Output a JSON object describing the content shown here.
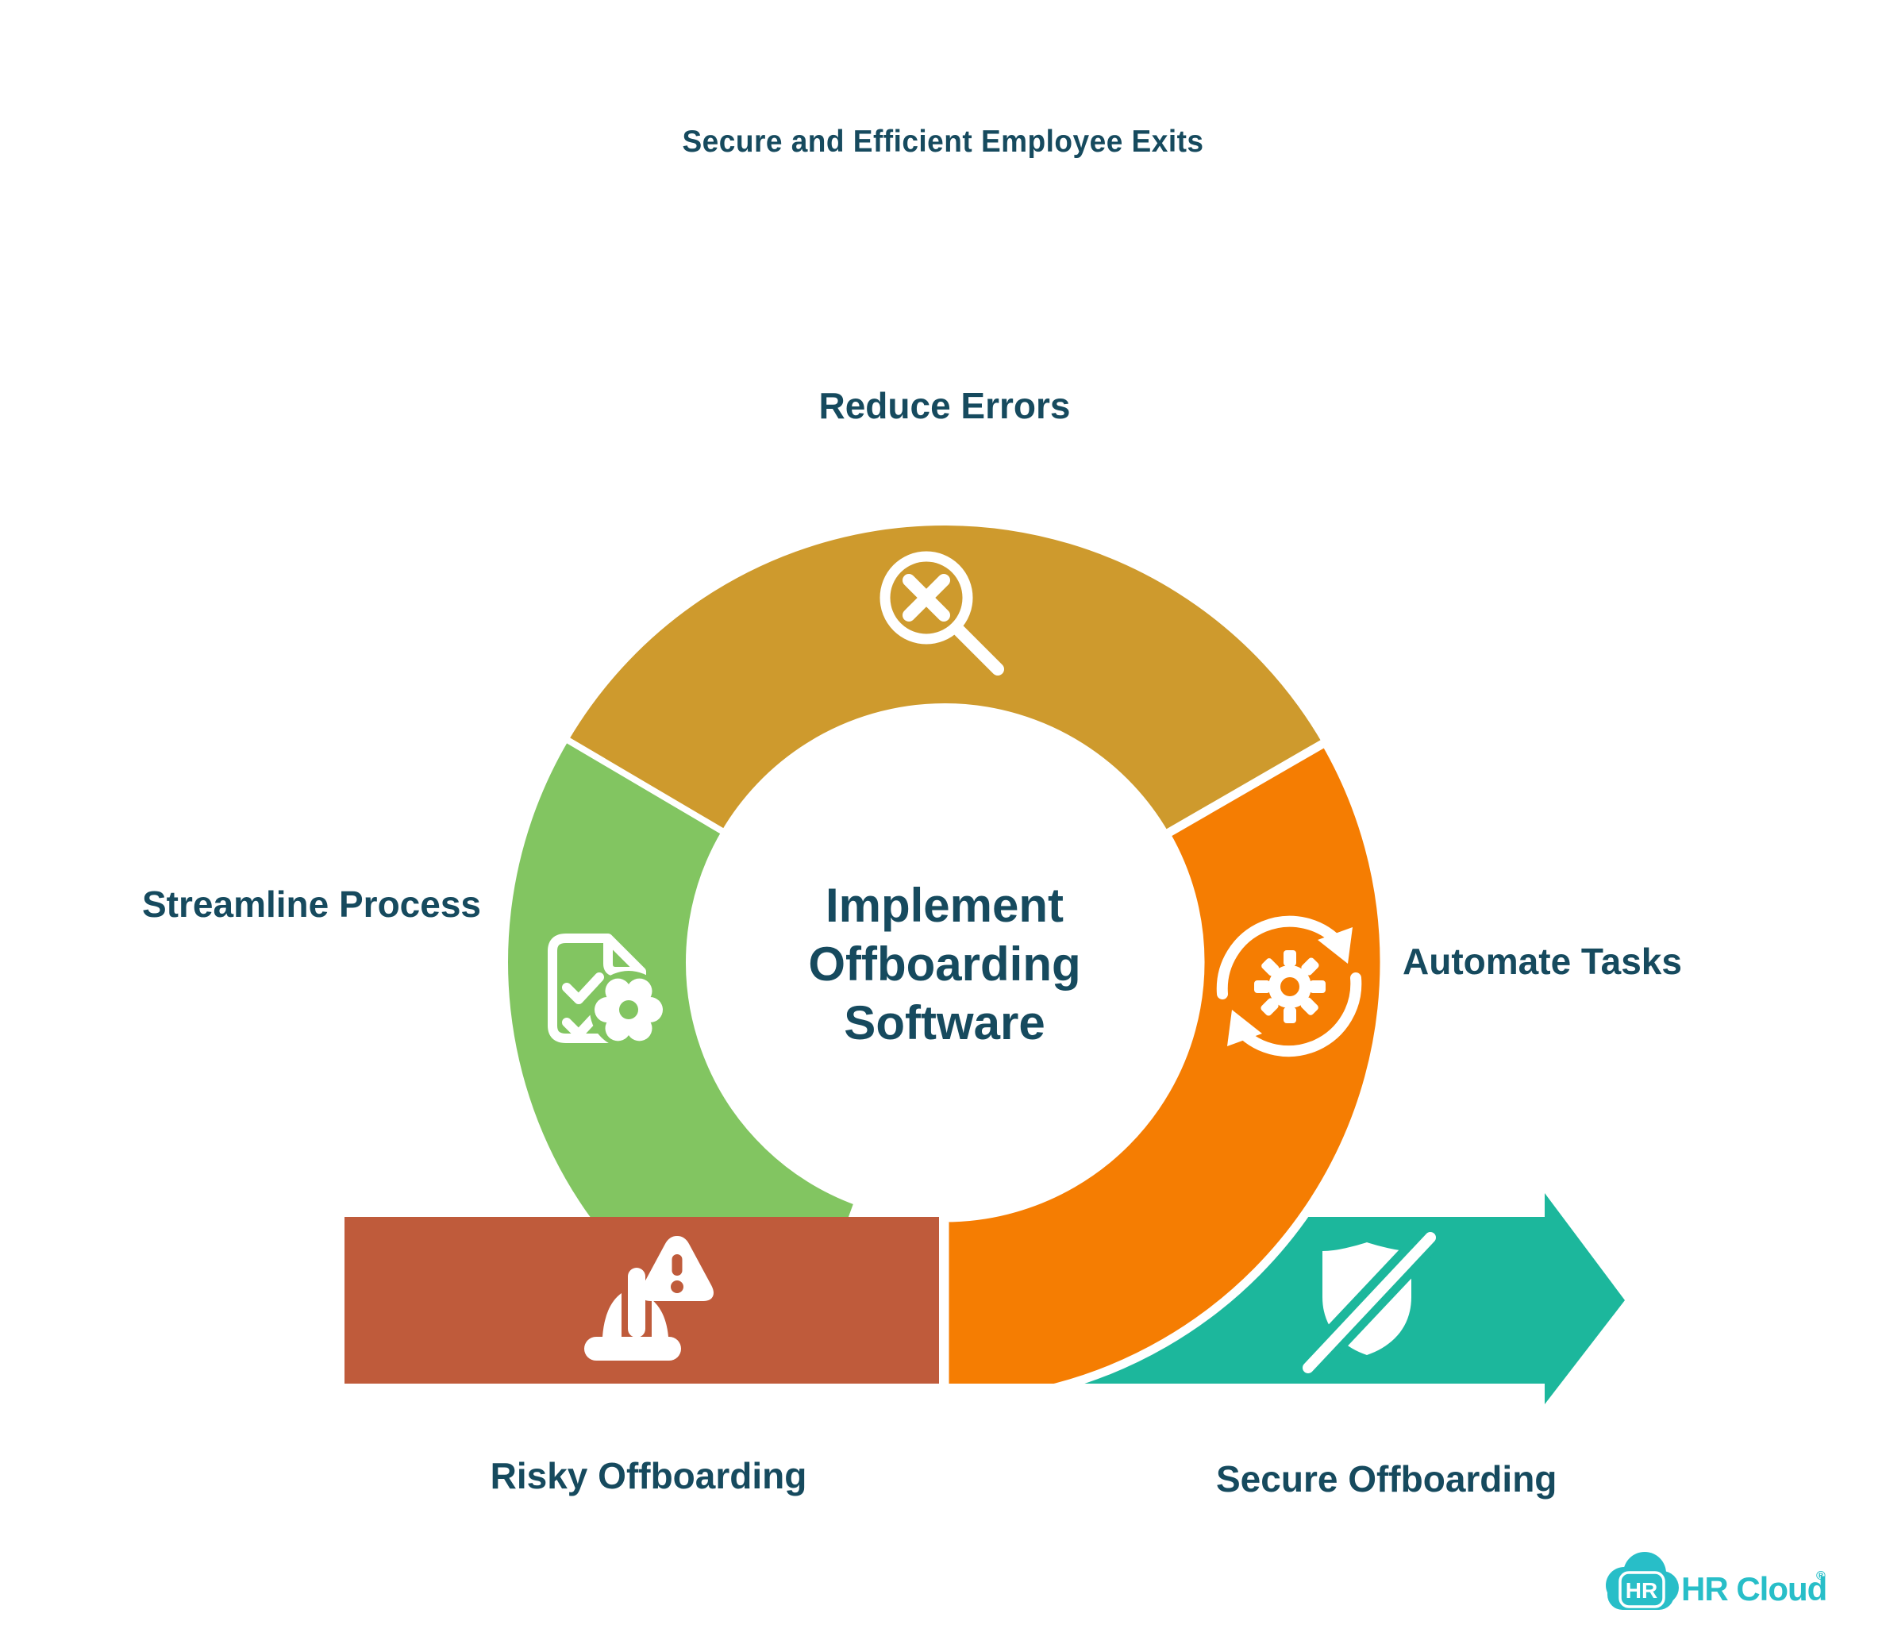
{
  "title": "Secure and Efficient Employee Exits",
  "center": {
    "line1": "Implement",
    "line2": "Offboarding",
    "line3": "Software"
  },
  "segments": {
    "reduce_errors": {
      "label": "Reduce Errors",
      "icon": "magnifier-x-icon",
      "color": "#CE9A2D"
    },
    "streamline_process": {
      "label": "Streamline Process",
      "icon": "document-gear-icon",
      "color": "#82C561"
    },
    "automate_tasks": {
      "label": "Automate Tasks",
      "icon": "sync-gear-icon",
      "color": "#F57D02"
    }
  },
  "banner": {
    "risky": {
      "label": "Risky Offboarding",
      "icon": "hardhat-warning-icon",
      "color": "#BF5B3B"
    },
    "secure": {
      "label": "Secure Offboarding",
      "icon": "shield-slash-icon",
      "color": "#1CB79C"
    }
  },
  "logo": {
    "badge": "HR",
    "wordmark": "HR Cloud",
    "registered": "®",
    "color": "#28BEC8"
  },
  "text_color": "#164A5E"
}
